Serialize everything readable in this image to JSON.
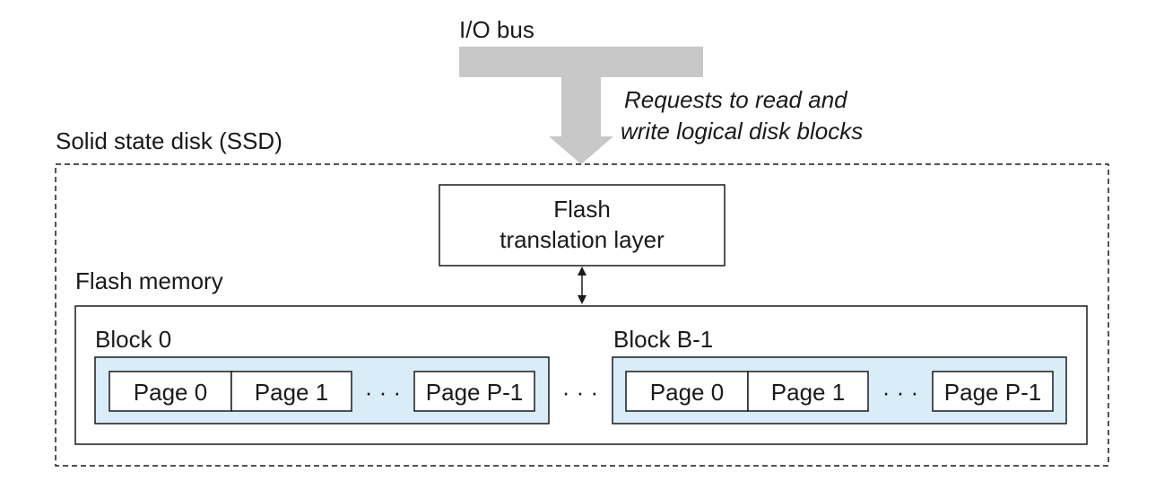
{
  "io_bus": {
    "label": "I/O bus",
    "requests_line1": "Requests to read and",
    "requests_line2": "write logical disk blocks"
  },
  "ssd": {
    "label": "Solid state disk (SSD)"
  },
  "ftl": {
    "line1": "Flash",
    "line2": "translation layer"
  },
  "flash_memory": {
    "label": "Flash memory",
    "blocks_ellipsis": "· · ·",
    "blocks": [
      {
        "label": "Block 0",
        "pages": [
          "Page 0",
          "Page 1"
        ],
        "pages_ellipsis": "· · ·",
        "last_page": "Page P-1"
      },
      {
        "label": "Block B-1",
        "pages": [
          "Page 0",
          "Page 1"
        ],
        "pages_ellipsis": "· · ·",
        "last_page": "Page P-1"
      }
    ]
  },
  "colors": {
    "bus_gray": "#c8c8c8",
    "block_fill": "#d8edf8",
    "stroke": "#1a1a1a"
  }
}
